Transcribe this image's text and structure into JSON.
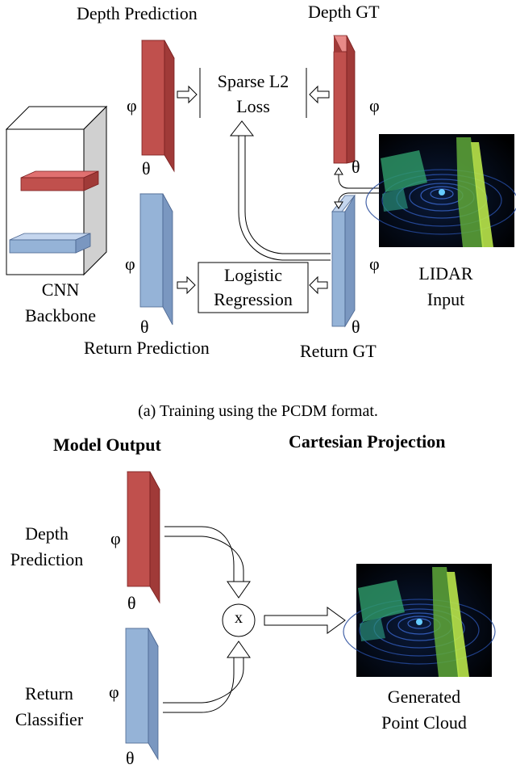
{
  "colors": {
    "red": "#c0504d",
    "blue": "#95b3d7",
    "gray": "#d0d0d0"
  },
  "part_a": {
    "caption": "(a) Training using the PCDM format.",
    "depth_prediction": "Depth Prediction",
    "depth_gt": "Depth GT",
    "sparse_loss": [
      "Sparse L2",
      "Loss"
    ],
    "logistic_regression": [
      "Logistic",
      "Regression"
    ],
    "return_prediction": "Return Prediction",
    "return_gt": "Return GT",
    "cnn_backbone": [
      "CNN",
      "Backbone"
    ],
    "lidar_input": [
      "LIDAR",
      "Input"
    ],
    "phi": "φ",
    "theta": "θ"
  },
  "part_b": {
    "model_output": "Model Output",
    "cartesian_projection": "Cartesian Projection",
    "depth_prediction": [
      "Depth",
      "Prediction"
    ],
    "return_classifier": [
      "Return",
      "Classifier"
    ],
    "multiply": "x",
    "generated_point_cloud": [
      "Generated",
      "Point Cloud"
    ],
    "phi": "φ",
    "theta": "θ"
  }
}
